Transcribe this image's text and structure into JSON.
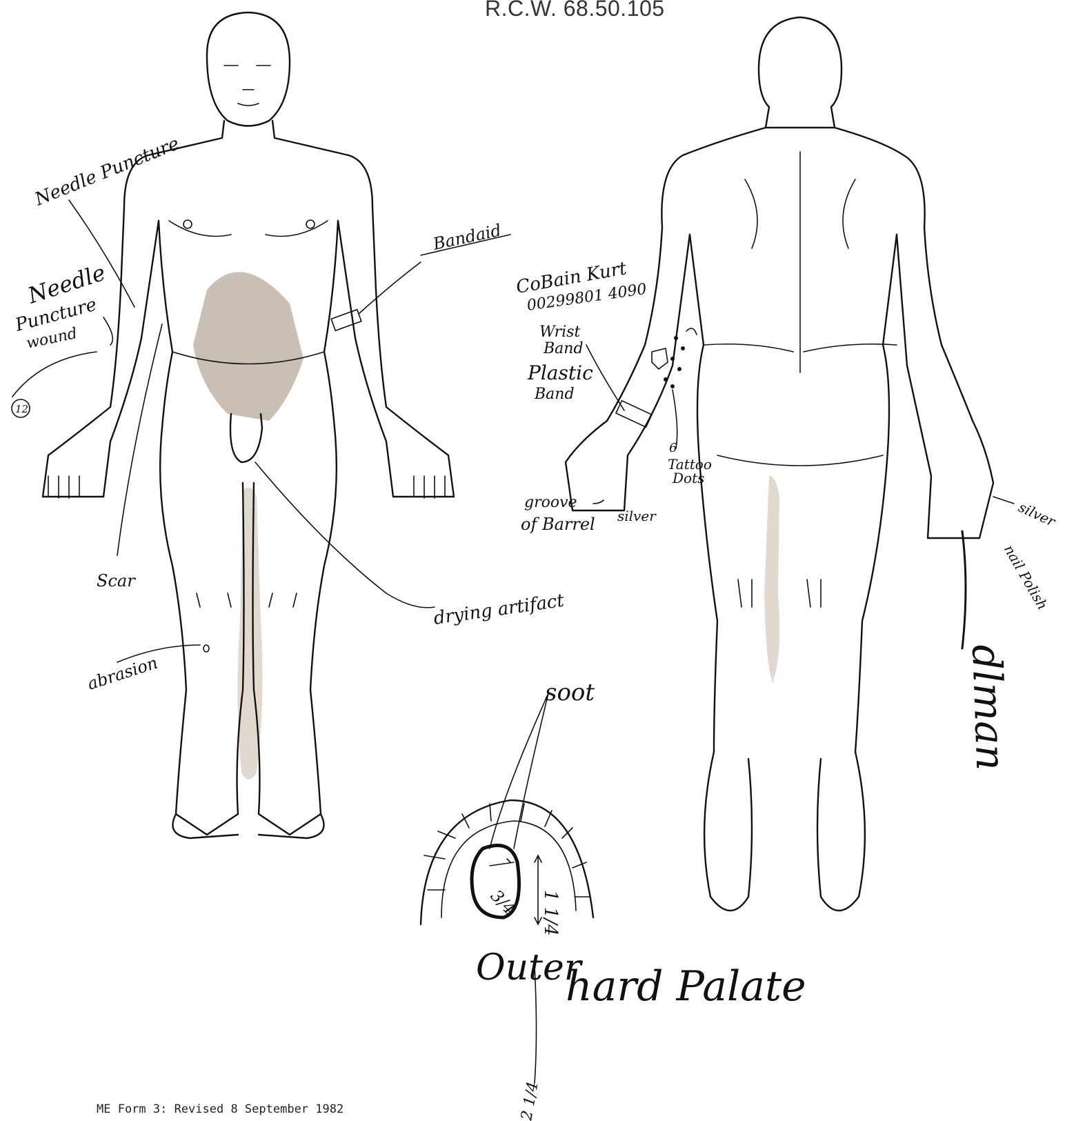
{
  "header": {
    "stamp": "R.C.W. 68.50.105"
  },
  "footer": {
    "form_text": "ME Form 3: Revised 8 September 1982"
  },
  "front_annotations": {
    "needle_puncture_top": "Needle Puncture",
    "needle_puncture_wound_line1": "Needle",
    "needle_puncture_wound_line2": "Puncture",
    "needle_puncture_wound_line3": "wound",
    "circle_mark": "12",
    "bandaid": "Bandaid",
    "scar": "Scar",
    "drying_artifact": "drying artifact",
    "abrasion": "abrasion"
  },
  "back_annotations": {
    "id_name": "CoBain Kurt",
    "id_number": "00299801 4090",
    "wrist_band_line1": "Wrist",
    "wrist_band_line2": "Band",
    "plastic_band_line1": "Plastic",
    "plastic_band_line2": "Band",
    "tattoo_dots_count": "6",
    "tattoo_dots_line1": "Tattoo",
    "tattoo_dots_line2": "Dots",
    "groove_line1": "groove",
    "groove_line2": "of Barrel",
    "silver_hand": "silver",
    "silver_right": "silver",
    "nail_polish": "nail Polish",
    "signature": "dlman"
  },
  "palate_annotations": {
    "soot": "soot",
    "fraction_a": "3/4",
    "fraction_b": "1 1/4",
    "outer_label": "Outer",
    "palate_label": "hard Palate",
    "bottom_fraction": "2 1/4"
  },
  "colors": {
    "ink": "#111111",
    "shading": "#b8aa9a",
    "paper": "#ffffff"
  }
}
